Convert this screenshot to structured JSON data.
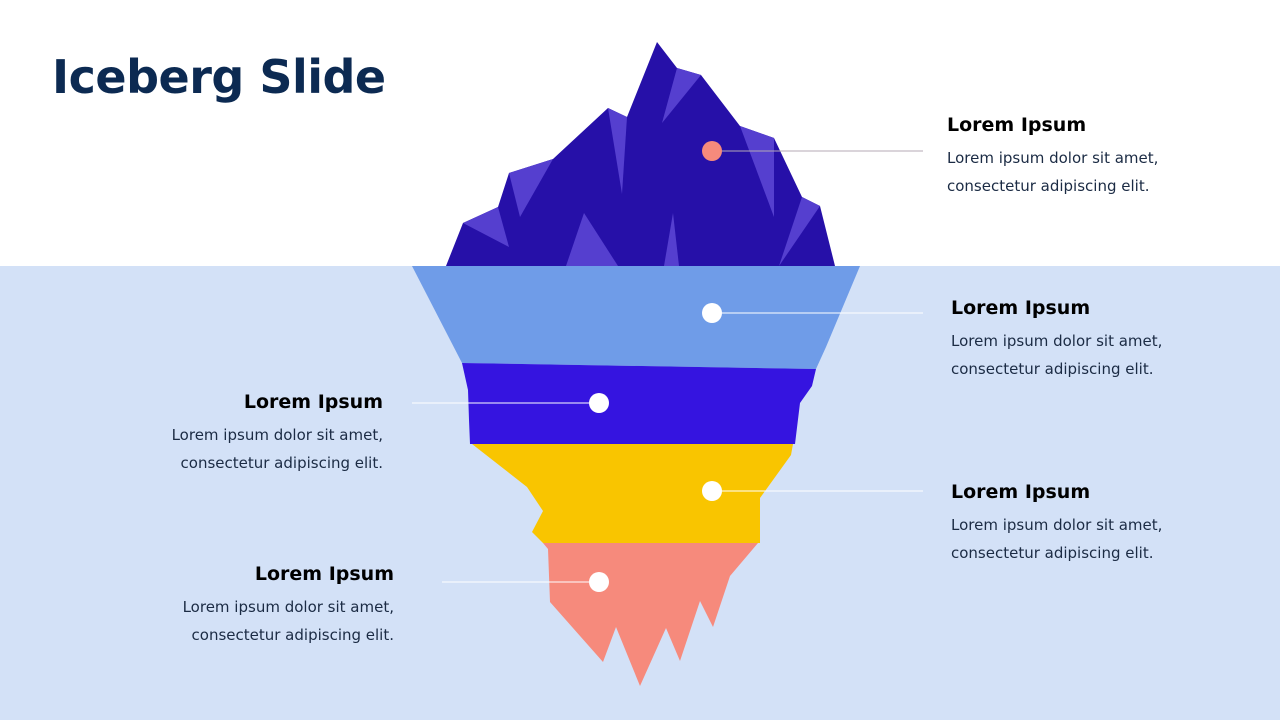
{
  "title": "Iceberg Slide",
  "items": [
    {
      "title": "Lorem Ipsum",
      "line1": "Lorem ipsum dolor sit amet,",
      "line2": "consectetur  adipiscing elit."
    },
    {
      "title": "Lorem Ipsum",
      "line1": "Lorem ipsum dolor sit amet,",
      "line2": "consectetur  adipiscing elit."
    },
    {
      "title": "Lorem Ipsum",
      "line1": "Lorem ipsum dolor sit amet,",
      "line2": "consectetur  adipiscing elit."
    },
    {
      "title": "Lorem Ipsum",
      "line1": "Lorem ipsum dolor sit amet,",
      "line2": "consectetur  adipiscing elit."
    },
    {
      "title": "Lorem Ipsum",
      "line1": "Lorem ipsum dolor sit amet,",
      "line2": "consectetur  adipiscing elit."
    }
  ],
  "colors": {
    "tip": "#2610a8",
    "facet": "#553fcf",
    "layer1": "#6f9ce8",
    "layer2": "#3514e0",
    "layer3": "#f9c500",
    "layer4": "#f68a7c",
    "sea": "#d3e1f7",
    "title": "#0c2a52"
  }
}
